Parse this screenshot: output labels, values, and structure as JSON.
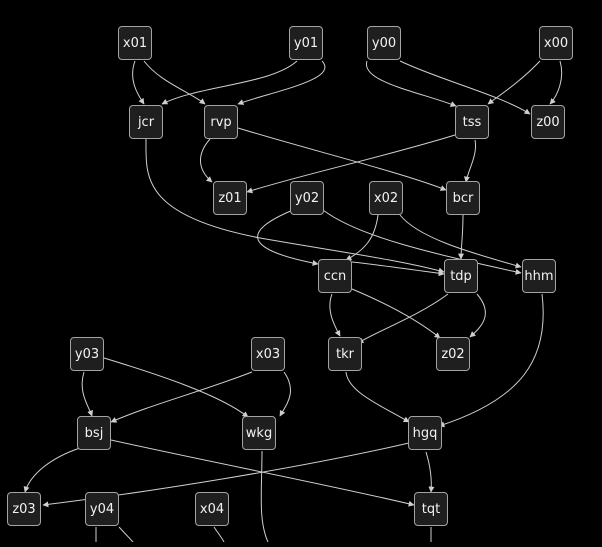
{
  "diagram": {
    "colors": {
      "background": "#000000",
      "node_fill": "#1f1f1f",
      "node_border": "#a3a3a3",
      "text": "#f2f2f2",
      "edge": "#cfcfcf"
    },
    "nodes": [
      {
        "id": "x01",
        "label": "x01"
      },
      {
        "id": "y01",
        "label": "y01"
      },
      {
        "id": "y00",
        "label": "y00"
      },
      {
        "id": "x00",
        "label": "x00"
      },
      {
        "id": "jcr",
        "label": "jcr"
      },
      {
        "id": "rvp",
        "label": "rvp"
      },
      {
        "id": "tss",
        "label": "tss"
      },
      {
        "id": "z00",
        "label": "z00"
      },
      {
        "id": "z01",
        "label": "z01"
      },
      {
        "id": "y02",
        "label": "y02"
      },
      {
        "id": "x02",
        "label": "x02"
      },
      {
        "id": "bcr",
        "label": "bcr"
      },
      {
        "id": "ccn",
        "label": "ccn"
      },
      {
        "id": "tdp",
        "label": "tdp"
      },
      {
        "id": "hhm",
        "label": "hhm"
      },
      {
        "id": "y03",
        "label": "y03"
      },
      {
        "id": "x03",
        "label": "x03"
      },
      {
        "id": "tkr",
        "label": "tkr"
      },
      {
        "id": "z02",
        "label": "z02"
      },
      {
        "id": "bsj",
        "label": "bsj"
      },
      {
        "id": "wkg",
        "label": "wkg"
      },
      {
        "id": "hgq",
        "label": "hgq"
      },
      {
        "id": "z03",
        "label": "z03"
      },
      {
        "id": "y04",
        "label": "y04"
      },
      {
        "id": "x04",
        "label": "x04"
      },
      {
        "id": "tqt",
        "label": "tqt"
      }
    ],
    "edges": [
      [
        "x01",
        "jcr"
      ],
      [
        "x01",
        "rvp"
      ],
      [
        "y01",
        "jcr"
      ],
      [
        "y01",
        "rvp"
      ],
      [
        "y00",
        "tss"
      ],
      [
        "y00",
        "z00"
      ],
      [
        "x00",
        "tss"
      ],
      [
        "x00",
        "z00"
      ],
      [
        "rvp",
        "z01"
      ],
      [
        "tss",
        "z01"
      ],
      [
        "rvp",
        "bcr"
      ],
      [
        "tss",
        "bcr"
      ],
      [
        "jcr",
        "tdp"
      ],
      [
        "y02",
        "ccn"
      ],
      [
        "x02",
        "ccn"
      ],
      [
        "y02",
        "hhm"
      ],
      [
        "x02",
        "hhm"
      ],
      [
        "bcr",
        "tdp"
      ],
      [
        "ccn",
        "tdp"
      ],
      [
        "ccn",
        "tkr"
      ],
      [
        "ccn",
        "z02"
      ],
      [
        "tdp",
        "tkr"
      ],
      [
        "tdp",
        "z02"
      ],
      [
        "y03",
        "bsj"
      ],
      [
        "x03",
        "bsj"
      ],
      [
        "y03",
        "wkg"
      ],
      [
        "x03",
        "wkg"
      ],
      [
        "tkr",
        "hgq"
      ],
      [
        "hhm",
        "hgq"
      ],
      [
        "bsj",
        "z03"
      ],
      [
        "hgq",
        "z03"
      ],
      [
        "bsj",
        "tqt"
      ],
      [
        "hgq",
        "tqt"
      ]
    ]
  }
}
